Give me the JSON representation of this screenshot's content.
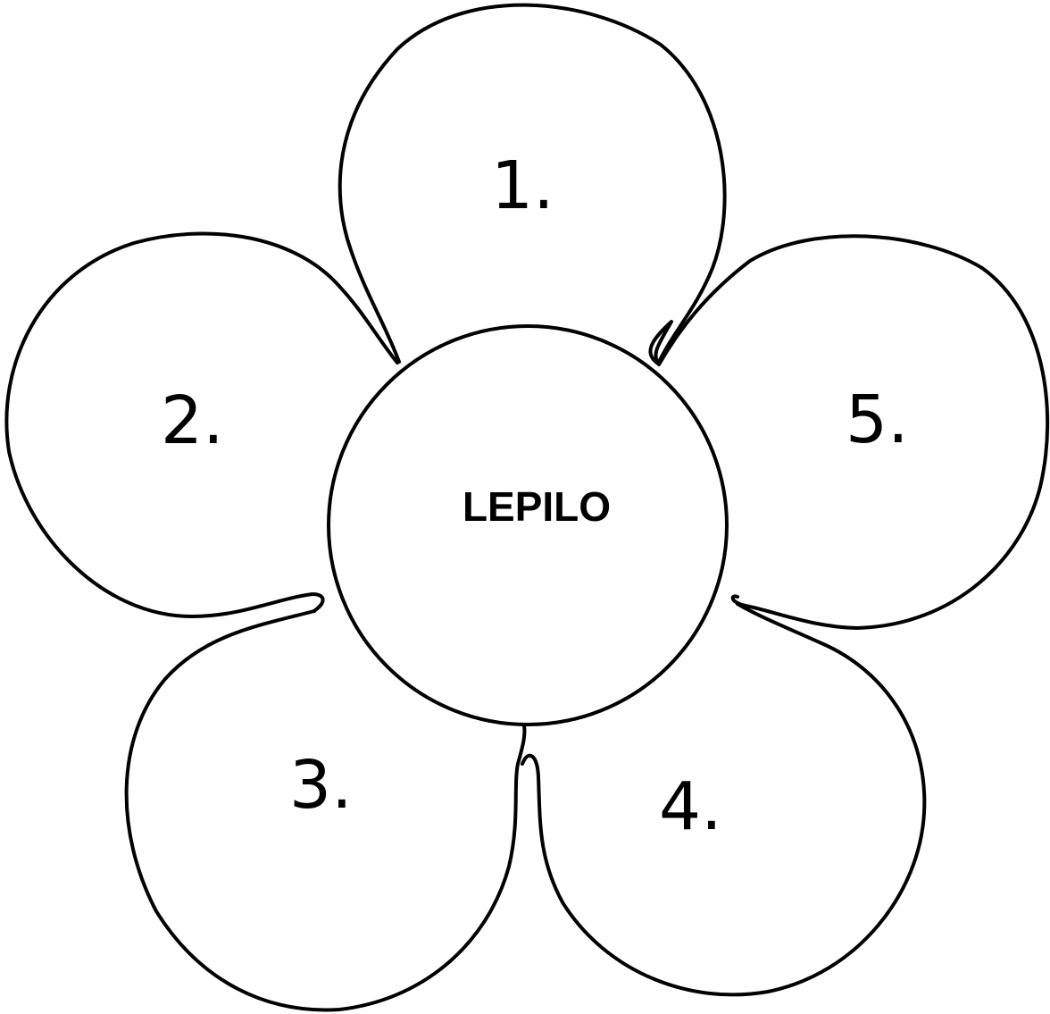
{
  "flower": {
    "center": {
      "label": "LEPILO"
    },
    "petals": [
      {
        "number": 1,
        "label": "1."
      },
      {
        "number": 2,
        "label": "2."
      },
      {
        "number": 3,
        "label": "3."
      },
      {
        "number": 4,
        "label": "4."
      },
      {
        "number": 5,
        "label": "5."
      }
    ],
    "colors": {
      "outline": "#000000",
      "fill": "#ffffff"
    }
  }
}
